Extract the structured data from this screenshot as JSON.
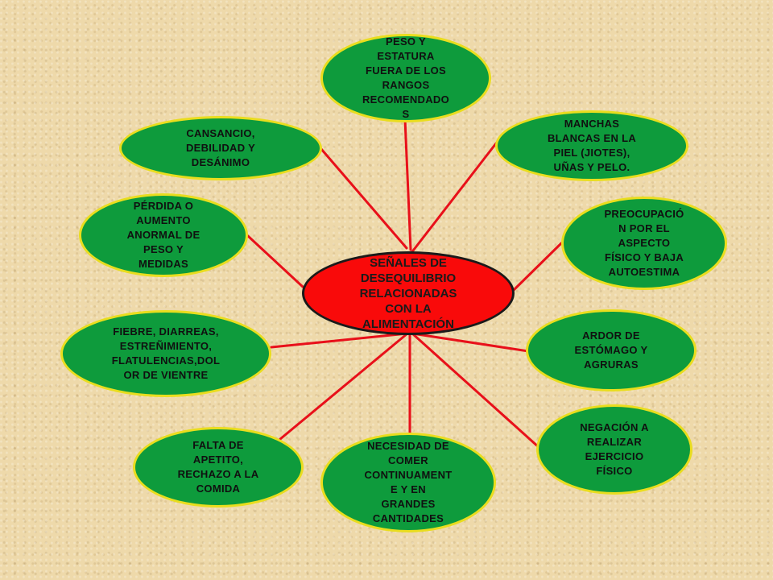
{
  "colors": {
    "background": "#eed9aa",
    "connector": "#e8101a",
    "node_fill": "#0e9b3c",
    "node_border": "#e9dd1e",
    "center_fill": "#f90a0a",
    "center_border": "#1a1a1a"
  },
  "center": {
    "label": "SEÑALES DE\nDESEQUILIBRIO\nRELACIONADAS\nCON LA\nALIMENTACIÓN"
  },
  "nodes": [
    {
      "id": "peso-estatura",
      "label": "PESO Y\nESTATURA\nFUERA DE LOS\nRANGOS\nRECOMENDADO\nS"
    },
    {
      "id": "manchas-blancas",
      "label": "MANCHAS\nBLANCAS EN LA\nPIEL (JIOTES),\nUÑAS Y PELO."
    },
    {
      "id": "preocupacion",
      "label": "PREOCUPACIÓ\nN POR EL\nASPECTO\nFÍSICO Y BAJA\nAUTOESTIMA"
    },
    {
      "id": "ardor-estomago",
      "label": "ARDOR DE\nESTÓMAGO Y\nAGRURAS"
    },
    {
      "id": "negacion-ejercicio",
      "label": "NEGACIÓN A\nREALIZAR\nEJERCICIO\nFÍSICO"
    },
    {
      "id": "necesidad-comer",
      "label": "NECESIDAD DE\nCOMER\nCONTINUAMENT\nE Y EN\nGRANDES\nCANTIDADES"
    },
    {
      "id": "falta-apetito",
      "label": "FALTA DE\nAPETITO,\nRECHAZO A LA\nCOMIDA"
    },
    {
      "id": "fiebre-diarreas",
      "label": "FIEBRE, DIARREAS,\nESTREÑIMIENTO,\nFLATULENCIAS,DOL\nOR DE VIENTRE"
    },
    {
      "id": "perdida-aumento",
      "label": "PÉRDIDA O\nAUMENTO\nANORMAL DE\nPESO Y\nMEDIDAS"
    },
    {
      "id": "cansancio",
      "label": "CANSANCIO,\nDEBILIDAD Y\nDESÁNIMO"
    }
  ]
}
